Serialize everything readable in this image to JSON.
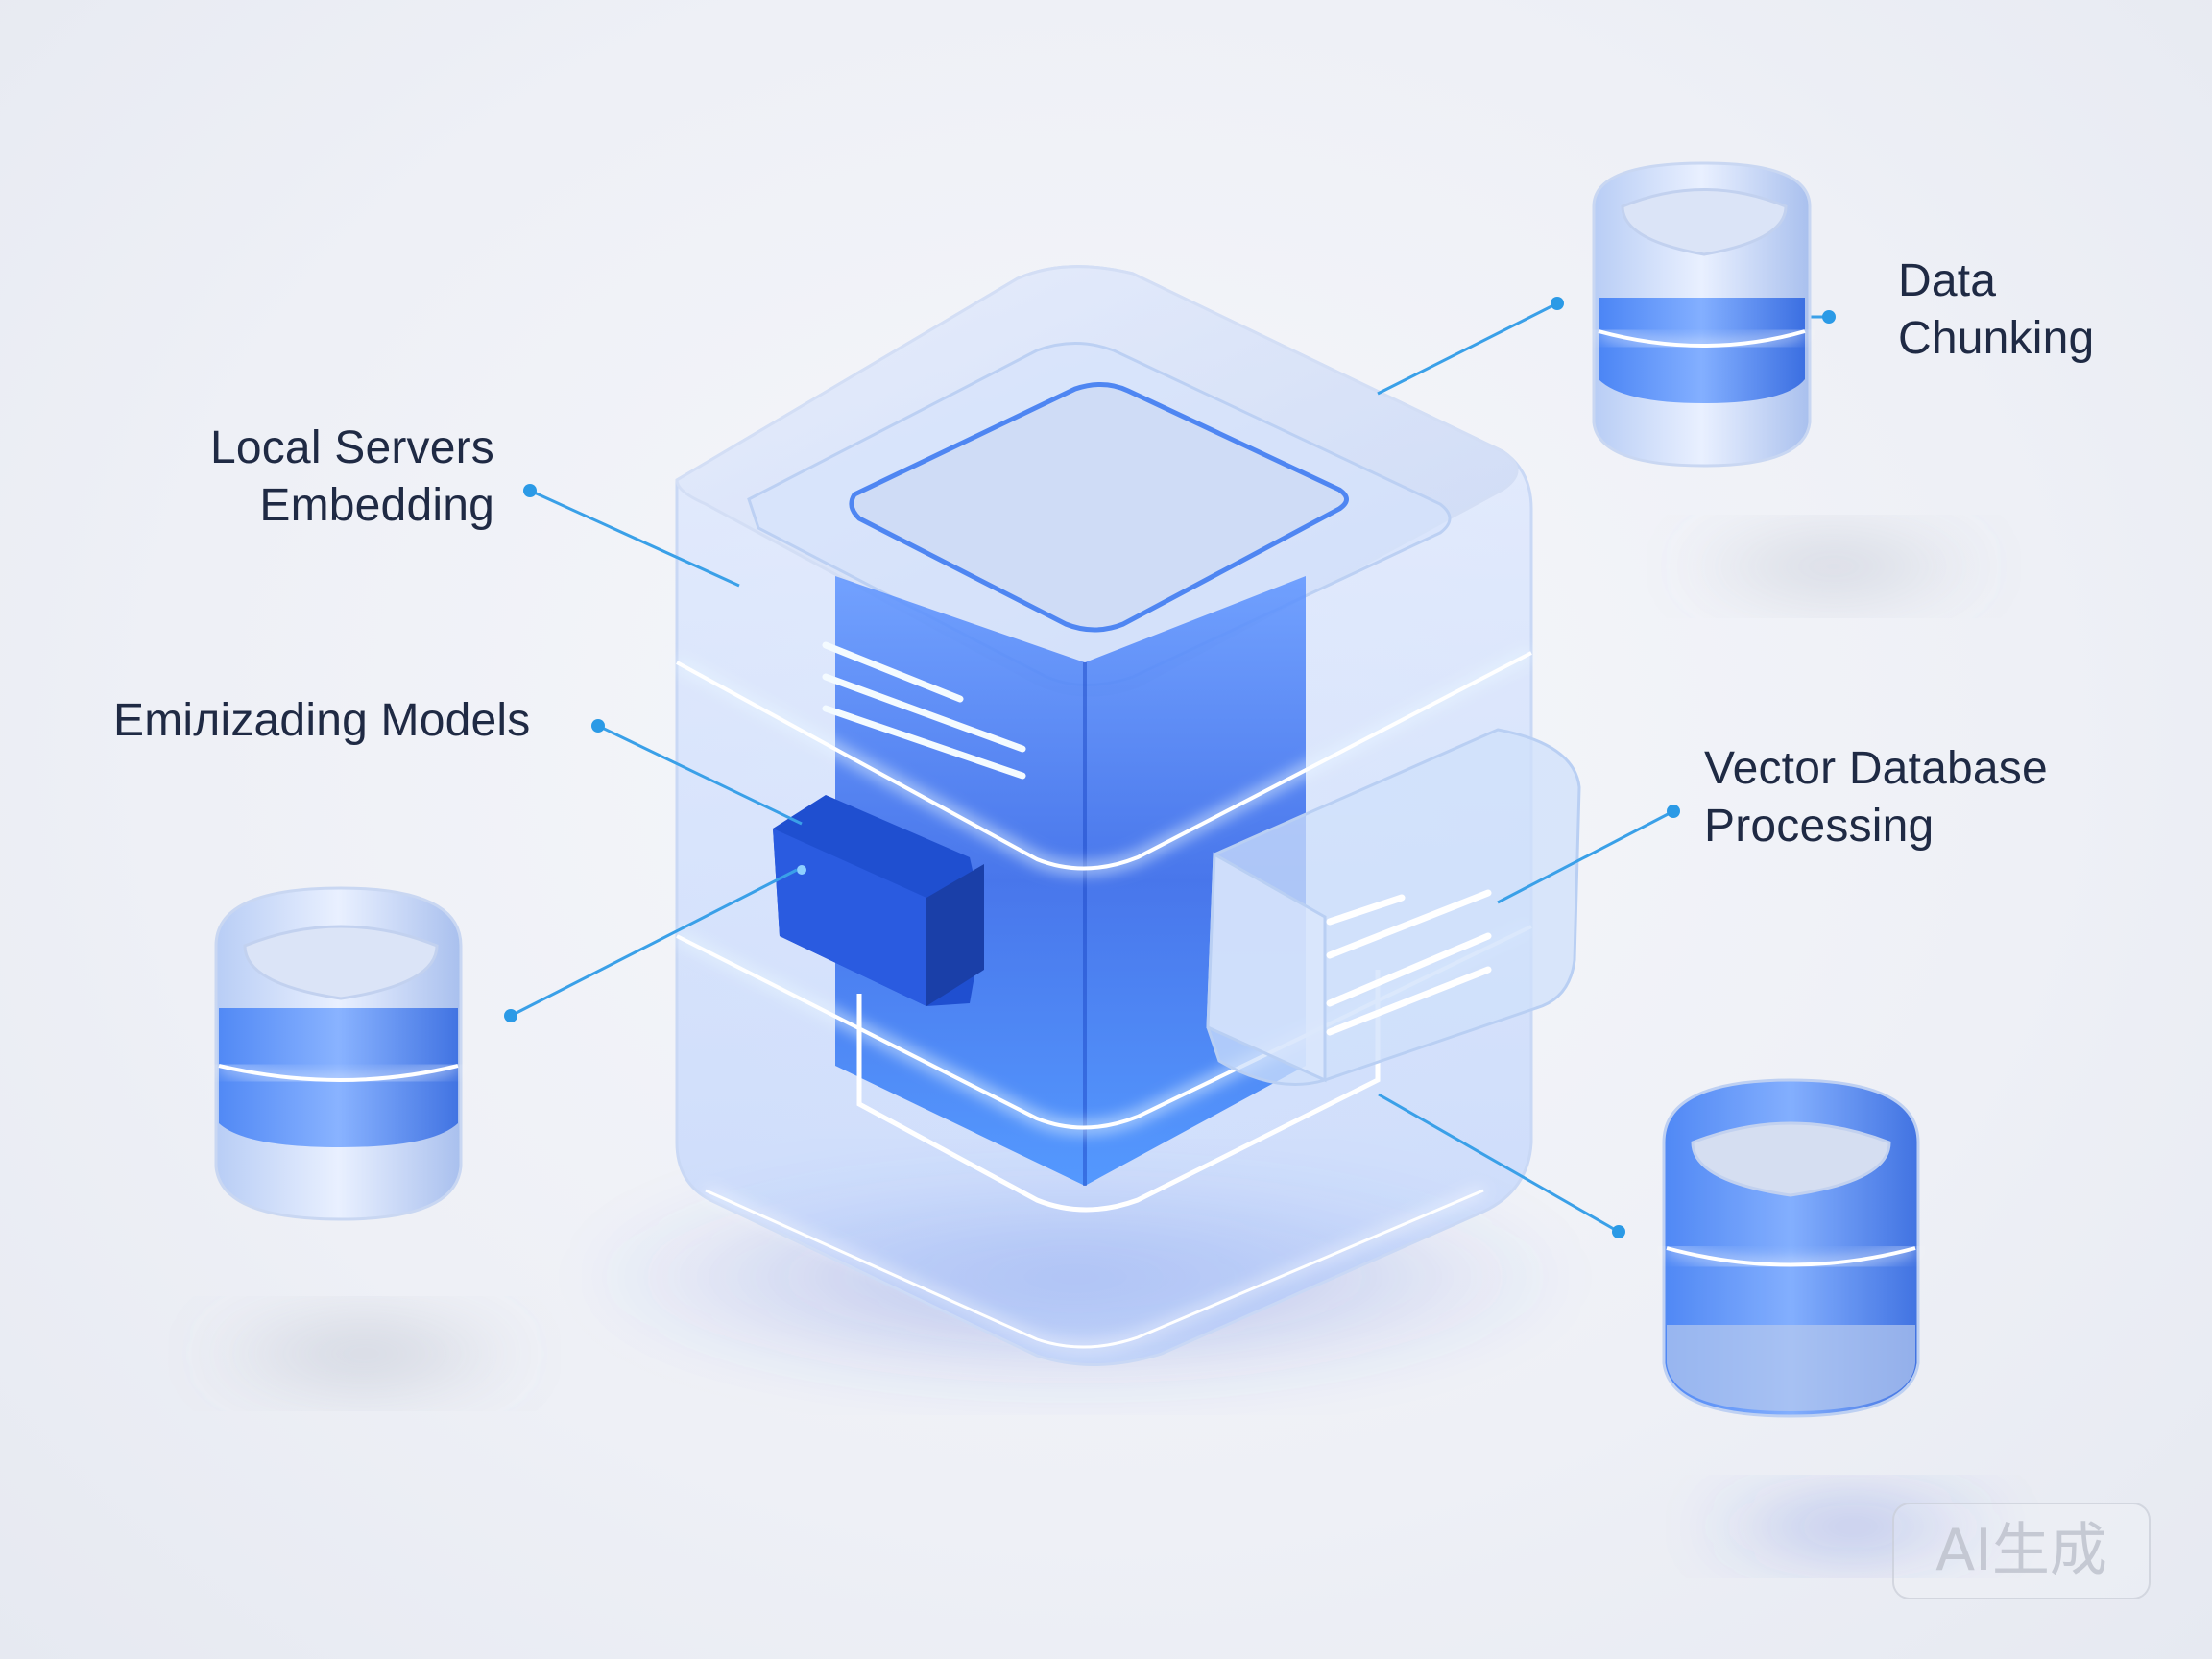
{
  "labels": {
    "local_servers": [
      "Local Servers",
      "Embedding"
    ],
    "embedding_models": "Emiлizading Models",
    "data_chunking": [
      "Data",
      "Chunking"
    ],
    "vector_database": [
      "Vector Database",
      "Processing"
    ]
  },
  "watermark": "AI生成",
  "colors": {
    "accent": "#2f7bff",
    "glow": "#bfe6ff",
    "text": "#1f2a44",
    "connector": "#3aa0e8"
  }
}
